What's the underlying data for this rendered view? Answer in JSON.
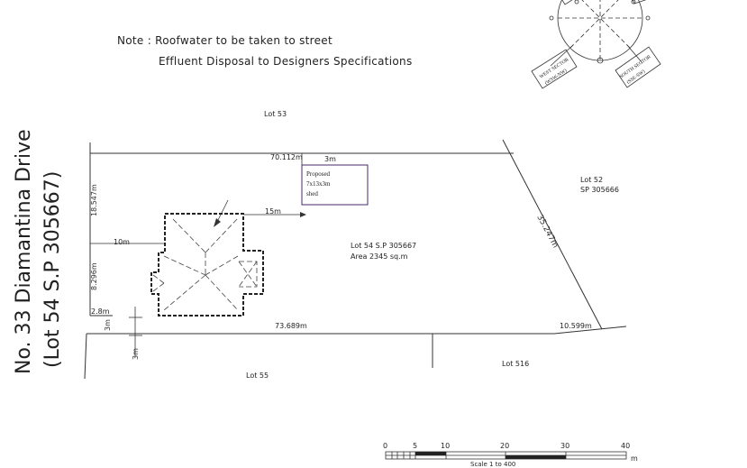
{
  "notes": {
    "line1": "Note : Roofwater to be taken to street",
    "line2": "Effluent Disposal to Designers Specifications"
  },
  "address": {
    "line1": "No. 33 Diamantina Drive",
    "line2": "(Lot 54 S.P 305667)"
  },
  "lots": {
    "north": "Lot 53",
    "east_line1": "Lot 52",
    "east_line2": "SP 305666",
    "subject_line1": "Lot 54 S.P 305667",
    "subject_line2": "Area 2345 sq.m",
    "south_west": "Lot 55",
    "south_east": "Lot 516"
  },
  "dimensions": {
    "north_boundary": "70.112m",
    "east_boundary": "35.247m",
    "south_boundary": "73.689m",
    "south_east_segment": "10.599m",
    "west_upper": "18.547m",
    "west_mid": "8.296m",
    "west_lower": "2.8m",
    "shed_setback": "3m",
    "house_to_shed": "15m",
    "house_side_setback": "10m",
    "front_setback_a": "3m",
    "front_setback_b": "3m"
  },
  "shed": {
    "line1": "Proposed",
    "line2": "7x13x3m",
    "line3": "shed"
  },
  "compass": {
    "west_sector_1": "WEST SECTOR",
    "west_sector_2": "(WSW-NW)",
    "south_sector_1": "SOUTH SECTOR",
    "south_sector_2": "(SSE-SW)"
  },
  "scale": {
    "ticks": [
      "0",
      "5",
      "10",
      "20",
      "30",
      "40"
    ],
    "unit": "m",
    "caption": "Scale 1 to 400"
  },
  "colors": {
    "line": "#333333",
    "shed_border": "#4a2a6a"
  }
}
